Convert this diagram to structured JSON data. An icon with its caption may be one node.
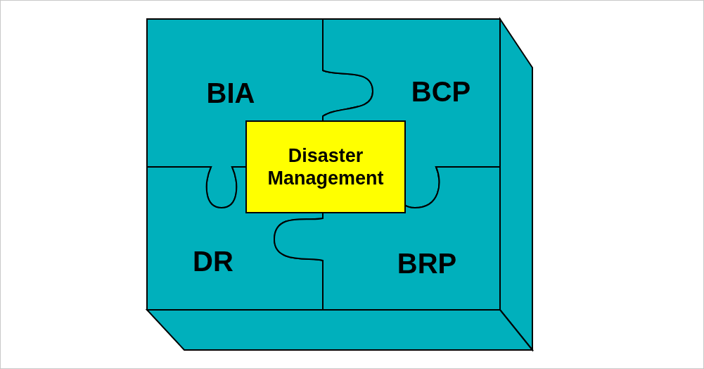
{
  "diagram": {
    "nodes": [
      {
        "text": [
          "BIA"
        ]
      },
      {
        "text": [
          "BCP"
        ]
      },
      {
        "text": [
          "DR"
        ]
      },
      {
        "text": [
          "BRP"
        ]
      },
      {
        "text": [
          "Disaster Management"
        ]
      }
    ]
  }
}
